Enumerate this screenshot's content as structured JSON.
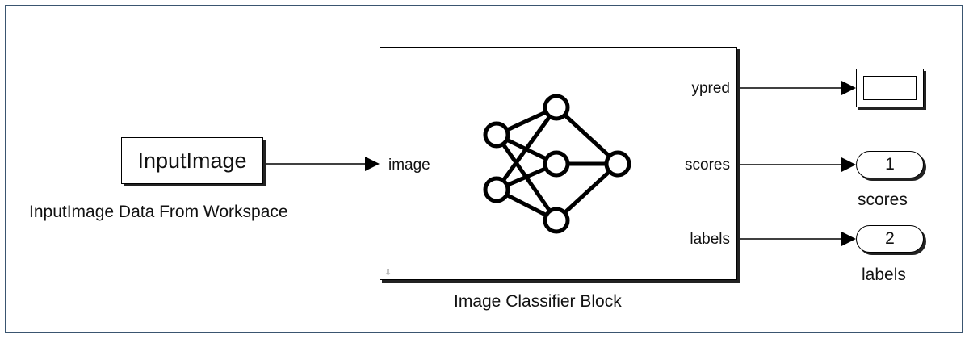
{
  "from_workspace": {
    "variable": "InputImage",
    "caption": "InputImage Data From Workspace"
  },
  "classifier": {
    "caption": "Image Classifier Block",
    "input_port": "image",
    "output_ports": [
      "ypred",
      "scores",
      "labels"
    ],
    "icon": "neural-network-icon"
  },
  "scope": {
    "icon": "scope-icon"
  },
  "outports": [
    {
      "number": "1",
      "label": "scores"
    },
    {
      "number": "2",
      "label": "labels"
    }
  ],
  "colors": {
    "frame": "#3a5570",
    "line": "#000000"
  }
}
